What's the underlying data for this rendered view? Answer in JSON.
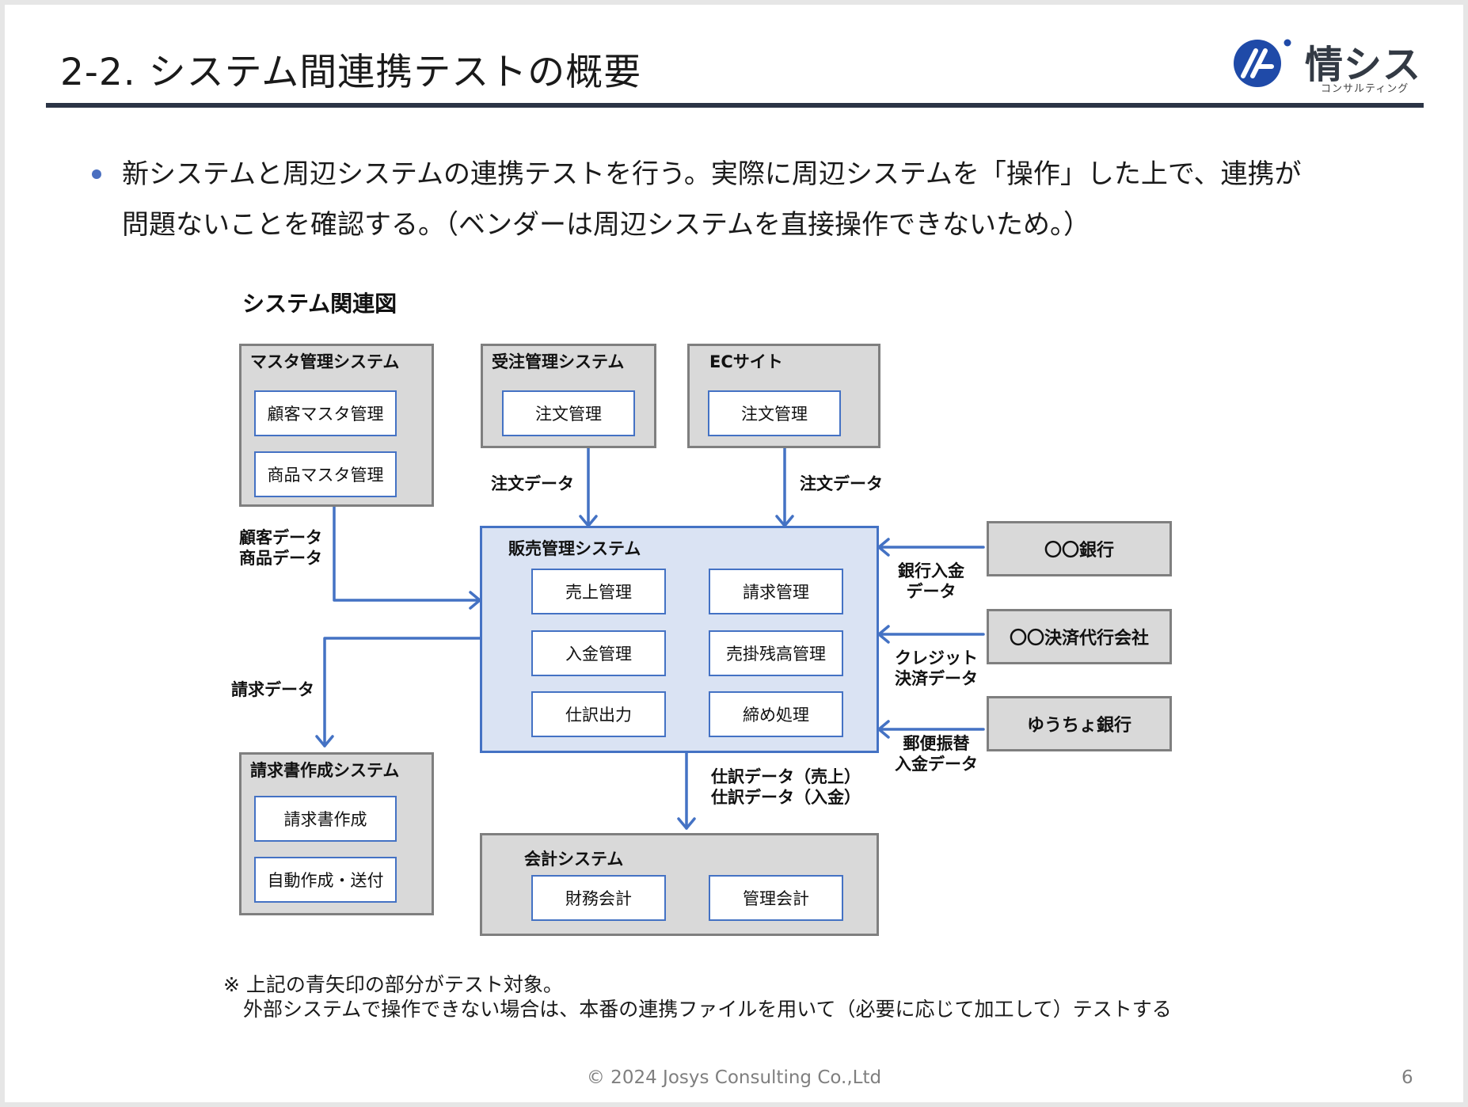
{
  "slide": {
    "title": "2-2. システム間連携テストの概要",
    "logo": {
      "name": "情シス",
      "sub": "コンサルティング"
    },
    "body_lines": [
      "新システムと周辺システムの連携テストを行う。実際に周辺システムを「操作」した上で、連携が",
      "問題ないことを確認する。（ベンダーは周辺システムを直接操作できないため。）"
    ],
    "footer": "© 2024 Josys Consulting Co.,Ltd",
    "page_number": "6"
  },
  "diagram": {
    "title": "システム関連図",
    "master": {
      "label": "マスタ管理システム",
      "modules": [
        "顧客マスタ管理",
        "商品マスタ管理"
      ]
    },
    "order": {
      "label": "受注管理システム",
      "module": "注文管理"
    },
    "ec": {
      "label": "ECサイト",
      "module": "注文管理"
    },
    "sales": {
      "label": "販売管理システム",
      "modules": [
        "売上管理",
        "請求管理",
        "入金管理",
        "売掛残高管理",
        "仕訳出力",
        "締め処理"
      ]
    },
    "invoice": {
      "label": "請求書作成システム",
      "modules": [
        "請求書作成",
        "自動作成・送付"
      ]
    },
    "accounting": {
      "label": "会計システム",
      "modules": [
        "財務会計",
        "管理会計"
      ]
    },
    "external": [
      "〇〇銀行",
      "〇〇決済代行会社",
      "ゆうちょ銀行"
    ],
    "flows": {
      "order_data_1": "注文データ",
      "order_data_2": "注文データ",
      "customer_data": "顧客データ",
      "product_data": "商品データ",
      "billing_data": "請求データ",
      "bank_deposit_1": "銀行入金",
      "bank_deposit_2": "データ",
      "credit_1": "クレジット",
      "credit_2": "決済データ",
      "postal_1": "郵便振替",
      "postal_2": "入金データ",
      "journal_sales": "仕訳データ（売上）",
      "journal_deposit": "仕訳データ（入金）"
    },
    "arrow_color": "#4472c4"
  },
  "note_lines": [
    "※ 上記の青矢印の部分がテスト対象。",
    "　外部システムで操作できない場合は、本番の連携ファイルを用いて（必要に応じて加工して）テストする"
  ]
}
